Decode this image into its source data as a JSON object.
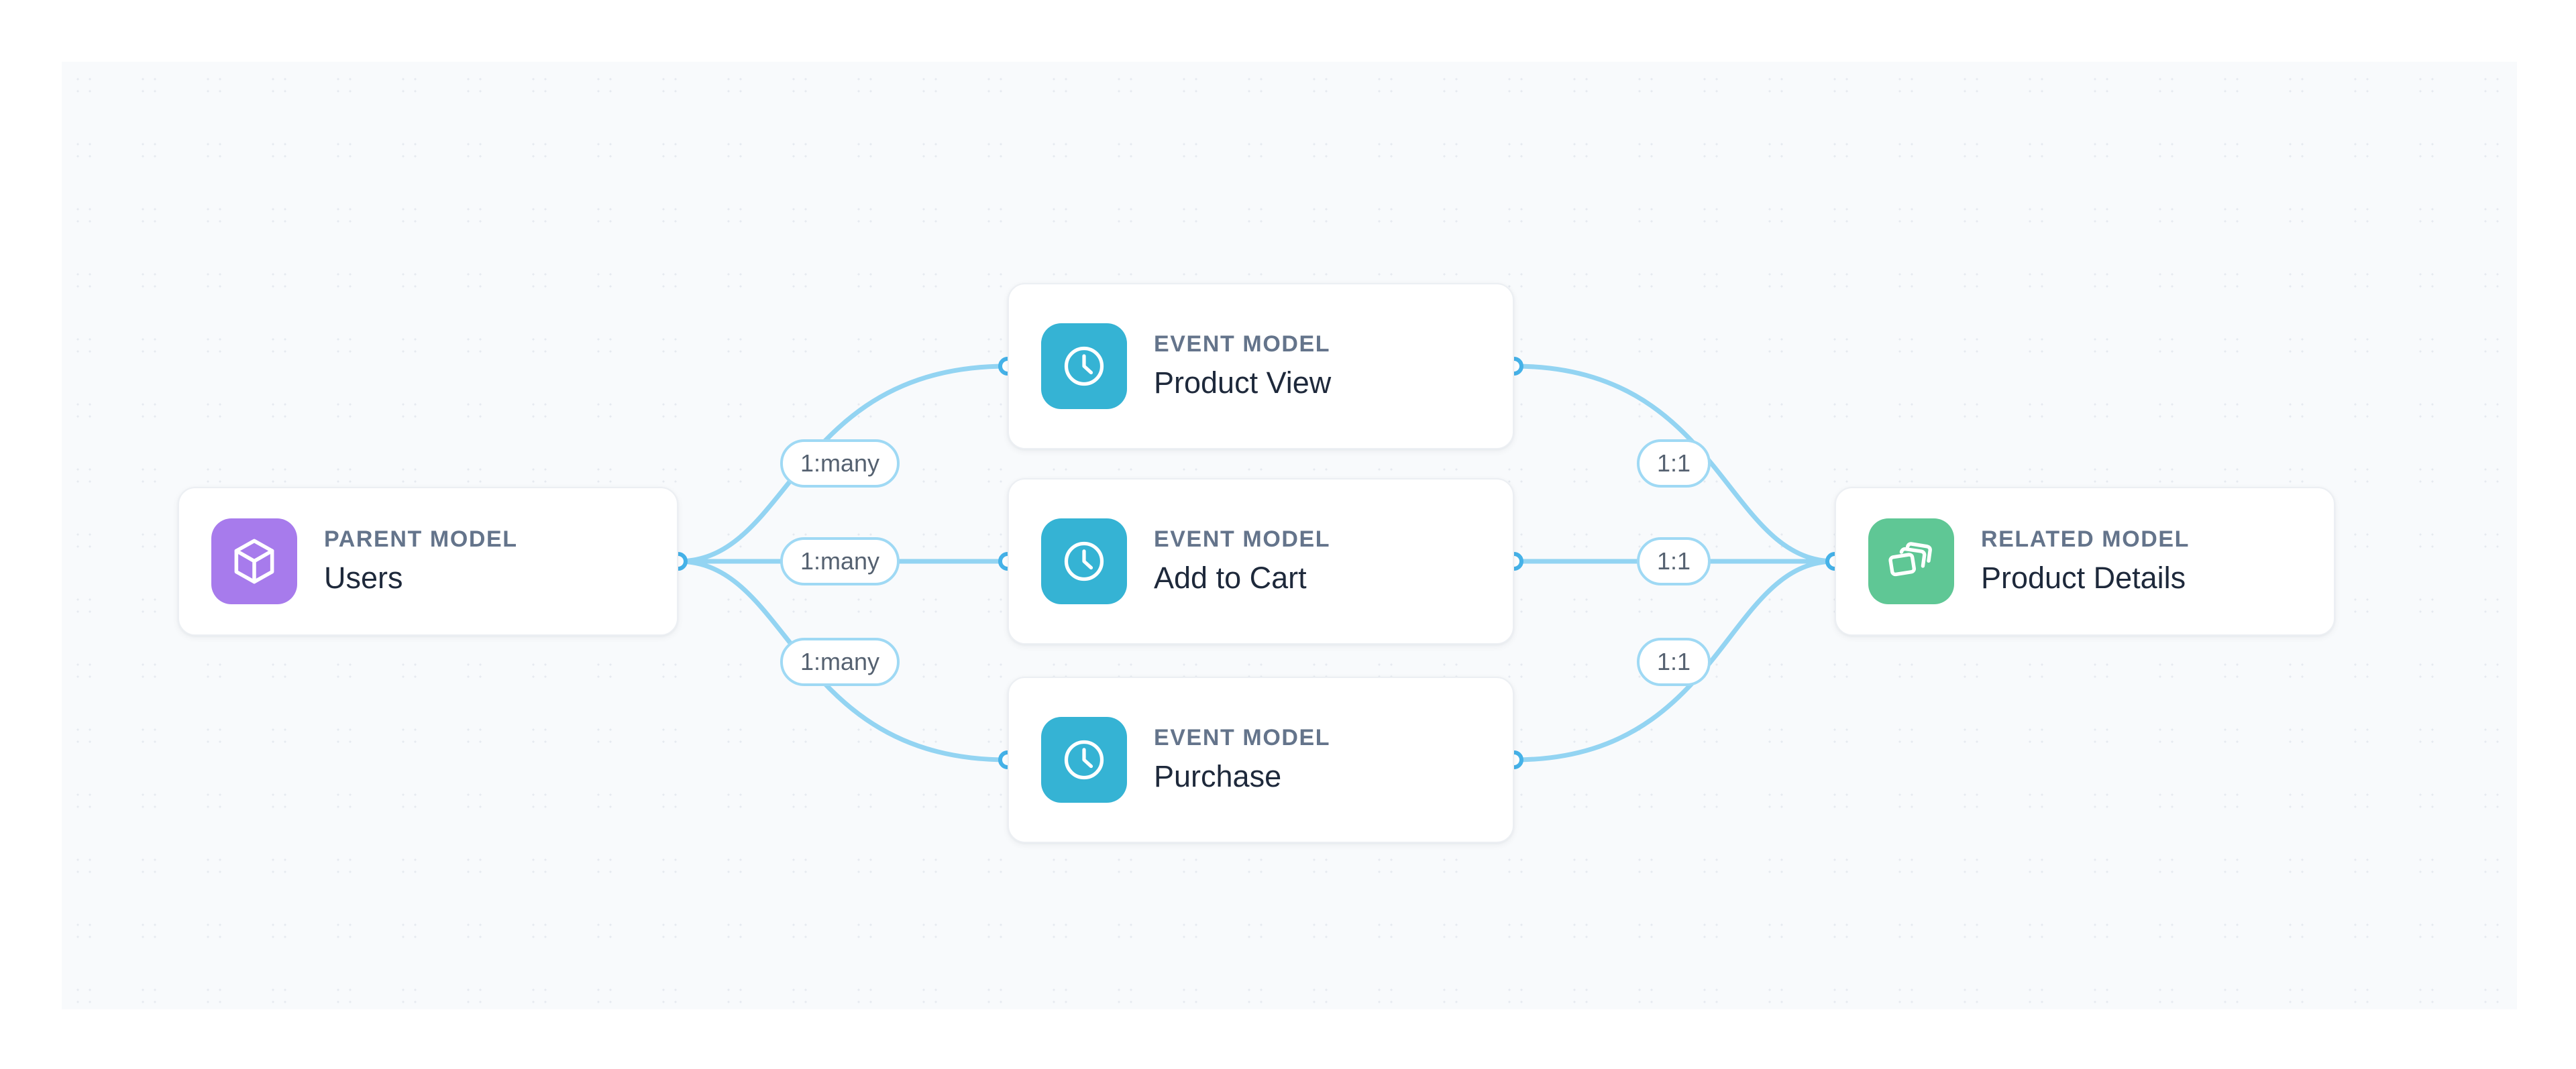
{
  "canvas": {
    "background_color": "#f8fafc",
    "dot_color": "#e6eaf0",
    "page_background": "#ffffff"
  },
  "theme": {
    "edge_color": "#93d4f2",
    "port_stroke": "#45b2e8",
    "port_fill": "#ffffff",
    "badge_border": "#9fd9f4",
    "card_border": "#eceff3",
    "kind_label_color": "#64748b",
    "title_color": "#1e293b",
    "parent_icon_color": "#a77bec",
    "event_icon_color": "#35b3d4",
    "related_icon_color": "#5fc795"
  },
  "nodes": {
    "parent": {
      "kind": "PARENT MODEL",
      "title": "Users",
      "icon": "cube-icon",
      "icon_color": "#a77bec"
    },
    "events": [
      {
        "kind": "EVENT MODEL",
        "title": "Product View",
        "icon": "clock-icon",
        "icon_color": "#35b3d4"
      },
      {
        "kind": "EVENT MODEL",
        "title": "Add to Cart",
        "icon": "clock-icon",
        "icon_color": "#35b3d4"
      },
      {
        "kind": "EVENT MODEL",
        "title": "Purchase",
        "icon": "clock-icon",
        "icon_color": "#35b3d4"
      }
    ],
    "related": {
      "kind": "RELATED MODEL",
      "title": "Product Details",
      "icon": "layers-icon",
      "icon_color": "#5fc795"
    }
  },
  "relations": {
    "left": [
      {
        "label": "1:many",
        "from": "Users",
        "to": "Product View"
      },
      {
        "label": "1:many",
        "from": "Users",
        "to": "Add to Cart"
      },
      {
        "label": "1:many",
        "from": "Users",
        "to": "Purchase"
      }
    ],
    "right": [
      {
        "label": "1:1",
        "from": "Product View",
        "to": "Product Details"
      },
      {
        "label": "1:1",
        "from": "Add to Cart",
        "to": "Product Details"
      },
      {
        "label": "1:1",
        "from": "Purchase",
        "to": "Product Details"
      }
    ]
  }
}
